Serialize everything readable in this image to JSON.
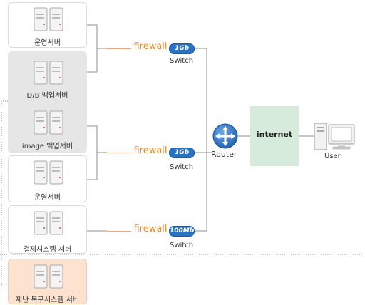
{
  "servers": [
    {
      "label": "운영서버"
    },
    {
      "label": "D/B 백업서버"
    },
    {
      "label": "image 백업서버"
    },
    {
      "label": "운영서버"
    },
    {
      "label": "결제시스템 서버"
    },
    {
      "label": "재난 복구시스템 서버"
    }
  ],
  "firewalls": [
    {
      "label": "firewall"
    },
    {
      "label": "firewall"
    },
    {
      "label": "firewall"
    }
  ],
  "switches": [
    {
      "badge": "1Gb",
      "label": "Switch"
    },
    {
      "badge": "1Gb",
      "label": "Switch"
    },
    {
      "badge": "100Mb",
      "label": "Switch"
    }
  ],
  "router": {
    "label": "Router"
  },
  "internet": {
    "label": "internet"
  },
  "user": {
    "label": "User"
  },
  "colors": {
    "firewall_text": "#f08a2a",
    "switch_badge": "#2a72c3",
    "internet_bg": "#d7ebdc",
    "group_bg": "#e6e6e6",
    "dr_bg": "#fde3cf"
  }
}
